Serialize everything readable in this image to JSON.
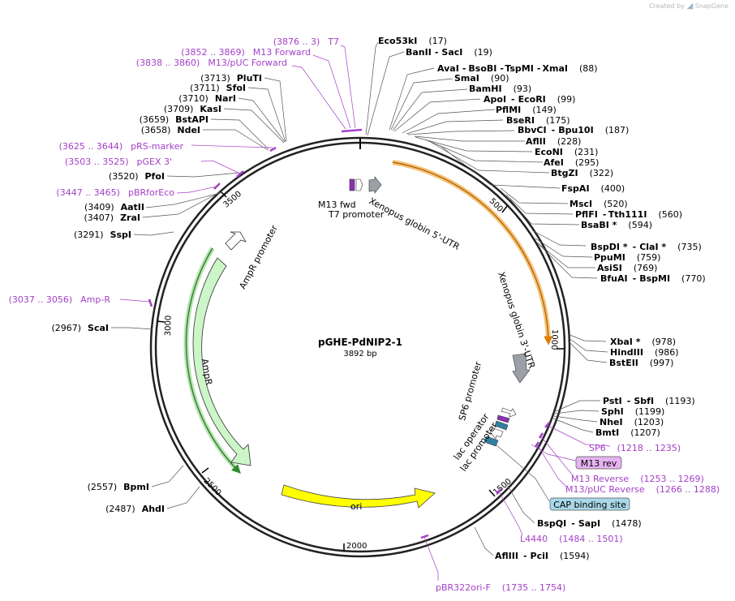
{
  "credit": {
    "text": "Created by",
    "brand": "SnapGene"
  },
  "plasmid": {
    "name": "pGHE-PdNIP2-1",
    "size": "3892 bp",
    "length": 3892
  },
  "ticks": [
    "500",
    "1000",
    "1500",
    "2000",
    "2500",
    "3000",
    "3500"
  ],
  "sites": [
    {
      "name": "Eco53kI",
      "pos": "(17)",
      "bp": 17
    },
    {
      "name": "BanII",
      "name2": "SacI",
      "pos": "(19)",
      "bp": 19
    },
    {
      "name": "AvaI",
      "name2": "BsoBI",
      "name3": "TspMI",
      "name4": "XmaI",
      "pos": "(88)",
      "bp": 88
    },
    {
      "name": "SmaI",
      "pos": "(90)",
      "bp": 90
    },
    {
      "name": "BamHI",
      "pos": "(93)",
      "bp": 93
    },
    {
      "name": "ApoI",
      "name2": "EcoRI",
      "pos": "(99)",
      "bp": 99
    },
    {
      "name": "PflMI",
      "pos": "(149)",
      "bp": 149
    },
    {
      "name": "BseRI",
      "pos": "(175)",
      "bp": 175
    },
    {
      "name": "BbvCI",
      "name2": "Bpu10I",
      "pos": "(187)",
      "bp": 187
    },
    {
      "name": "AflII",
      "pos": "(228)",
      "bp": 228
    },
    {
      "name": "EcoNI",
      "pos": "(231)",
      "bp": 231
    },
    {
      "name": "AfeI",
      "pos": "(295)",
      "bp": 295
    },
    {
      "name": "BtgZI",
      "pos": "(322)",
      "bp": 322
    },
    {
      "name": "FspAI",
      "pos": "(400)",
      "bp": 400
    },
    {
      "name": "MscI",
      "pos": "(520)",
      "bp": 520
    },
    {
      "name": "PflFI",
      "name2": "Tth111I",
      "pos": "(560)",
      "bp": 560
    },
    {
      "name": "BsaBI *",
      "pos": "(594)",
      "bp": 594
    },
    {
      "name": "BspDI *",
      "name2": "ClaI *",
      "pos": "(735)",
      "bp": 735
    },
    {
      "name": "PpuMI",
      "pos": "(759)",
      "bp": 759
    },
    {
      "name": "AsiSI",
      "pos": "(769)",
      "bp": 769
    },
    {
      "name": "BfuAI",
      "name2": "BspMI",
      "pos": "(770)",
      "bp": 770
    },
    {
      "name": "XbaI *",
      "pos": "(978)",
      "bp": 978
    },
    {
      "name": "HindIII",
      "pos": "(986)",
      "bp": 986
    },
    {
      "name": "BstEII",
      "pos": "(997)",
      "bp": 997
    },
    {
      "name": "PstI",
      "name2": "SbfI",
      "pos": "(1193)",
      "bp": 1193
    },
    {
      "name": "SphI",
      "pos": "(1199)",
      "bp": 1199
    },
    {
      "name": "NheI",
      "pos": "(1203)",
      "bp": 1203
    },
    {
      "name": "BmtI",
      "pos": "(1207)",
      "bp": 1207
    },
    {
      "name": "BspQI",
      "name2": "SapI",
      "pos": "(1478)",
      "bp": 1478
    },
    {
      "name": "AflIII",
      "name2": "PciI",
      "pos": "(1594)",
      "bp": 1594
    },
    {
      "name": "AhdI",
      "pos": "(2487)",
      "bp": 2487
    },
    {
      "name": "BpmI",
      "pos": "(2557)",
      "bp": 2557
    },
    {
      "name": "ScaI",
      "pos": "(2967)",
      "bp": 2967
    },
    {
      "name": "SspI",
      "pos": "(3291)",
      "bp": 3291
    },
    {
      "name": "ZraI",
      "pos": "(3407)",
      "bp": 3407
    },
    {
      "name": "AatII",
      "pos": "(3409)",
      "bp": 3409
    },
    {
      "name": "PfoI",
      "pos": "(3520)",
      "bp": 3520
    },
    {
      "name": "NdeI",
      "pos": "(3658)",
      "bp": 3658
    },
    {
      "name": "BstAPI",
      "pos": "(3659)",
      "bp": 3659
    },
    {
      "name": "KasI",
      "pos": "(3709)",
      "bp": 3709
    },
    {
      "name": "NarI",
      "pos": "(3710)",
      "bp": 3710
    },
    {
      "name": "SfoI",
      "pos": "(3711)",
      "bp": 3711
    },
    {
      "name": "PluTI",
      "pos": "(3713)",
      "bp": 3713
    }
  ],
  "primers": [
    {
      "name": "T7",
      "range": "(3876 .. 3)",
      "start": 3876,
      "end": 3
    },
    {
      "name": "M13 Forward",
      "range": "(3852 .. 3869)",
      "start": 3852,
      "end": 3869
    },
    {
      "name": "M13/pUC Forward",
      "range": "(3838 .. 3860)",
      "start": 3838,
      "end": 3860
    },
    {
      "name": "pRS-marker",
      "range": "(3625 .. 3644)",
      "start": 3625,
      "end": 3644
    },
    {
      "name": "pGEX 3'",
      "range": "(3503 .. 3525)",
      "start": 3503,
      "end": 3525
    },
    {
      "name": "pBRforEco",
      "range": "(3447 .. 3465)",
      "start": 3447,
      "end": 3465
    },
    {
      "name": "Amp-R",
      "range": "(3037 .. 3056)",
      "start": 3037,
      "end": 3056
    },
    {
      "name": "SP6",
      "range": "(1218 .. 1235)",
      "start": 1218,
      "end": 1235
    },
    {
      "name": "M13 Reverse",
      "range": "(1253 .. 1269)",
      "start": 1253,
      "end": 1269
    },
    {
      "name": "M13/pUC Reverse",
      "range": "(1266 .. 1288)",
      "start": 1266,
      "end": 1288
    },
    {
      "name": "L4440",
      "range": "(1484 .. 1501)",
      "start": 1484,
      "end": 1501
    },
    {
      "name": "pBR322ori-F",
      "range": "(1735 .. 1754)",
      "start": 1735,
      "end": 1754
    }
  ],
  "boxed_features": [
    {
      "name": "M13 rev",
      "fill": "#e6b3f2"
    },
    {
      "name": "CAP binding site",
      "fill": "#a9d8e8"
    }
  ],
  "features": [
    {
      "name": "Xenopus globin 5'-UTR",
      "kind": "UTR",
      "color": "#9aa0a6"
    },
    {
      "name": "Xenopus globin 3'-UTR",
      "kind": "UTR",
      "color": "#9aa0a6"
    },
    {
      "name": "M13 fwd",
      "kind": "primer-bind",
      "color": "#8e2fb8"
    },
    {
      "name": "T7 promoter",
      "kind": "promoter",
      "color": "#ffffff"
    },
    {
      "name": "SP6 promoter",
      "kind": "promoter",
      "color": "#ffffff"
    },
    {
      "name": "lac operator",
      "kind": "operator",
      "color": "#2f7fa0"
    },
    {
      "name": "lac promoter",
      "kind": "promoter",
      "color": "#ffffff"
    },
    {
      "name": "AmpR promoter",
      "kind": "promoter",
      "color": "#ffffff"
    },
    {
      "name": "AmpR",
      "kind": "gene",
      "color": "#ccf5c8"
    },
    {
      "name": "ori",
      "kind": "origin",
      "color": "#ffff00"
    }
  ],
  "colors": {
    "insert_arc": "#f2a544",
    "ampr_arc": "#2e8b2e",
    "primer": "#a43fc7",
    "backbone": "#222222"
  }
}
